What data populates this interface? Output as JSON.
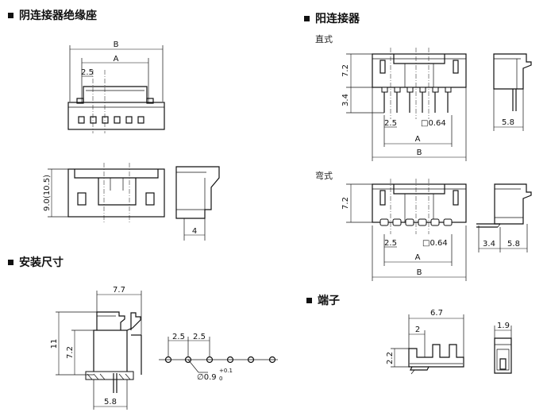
{
  "headings": {
    "female_housing": "阴连接器绝缘座",
    "male_connector": "阳连接器",
    "mounting": "安装尺寸",
    "terminal": "端子"
  },
  "subheadings": {
    "straight": "直式",
    "right_angle": "弯式"
  },
  "dims": {
    "B": "B",
    "A": "A",
    "pitch": "2.5",
    "height": "9.0(10.5)",
    "depth": "4",
    "h72": "7.2",
    "h34": "3.4",
    "pin": "□0.64",
    "w58": "5.8",
    "w77": "7.7",
    "h11": "11",
    "hole_dia": "∅0.9",
    "hole_tol": "+0.1",
    "hole_tol_low": "0",
    "t67": "6.7",
    "t2": "2",
    "t22": "2.2",
    "t19": "1.9"
  }
}
